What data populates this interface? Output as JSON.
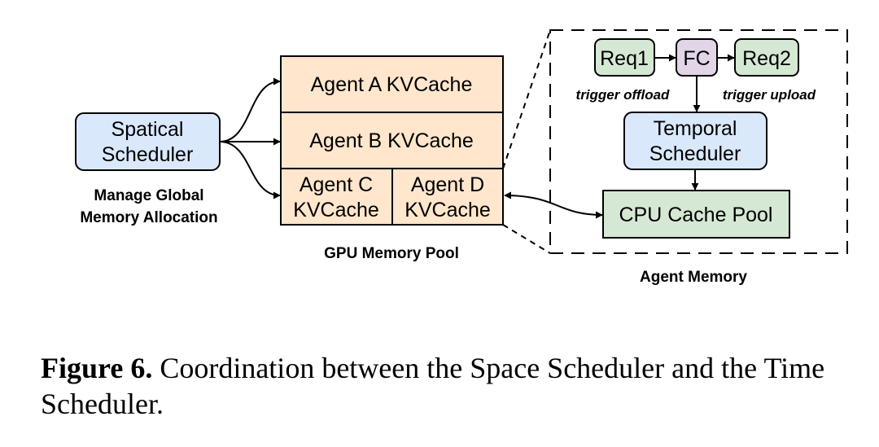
{
  "diagram": {
    "spatial_scheduler": {
      "line1": "Spatical",
      "line2": "Scheduler"
    },
    "manage_label": {
      "line1": "Manage Global",
      "line2": "Memory Allocation"
    },
    "gpu_pool": {
      "agent_a": "Agent A KVCache",
      "agent_b": "Agent B KVCache",
      "agent_c": {
        "line1": "Agent C",
        "line2": "KVCache"
      },
      "agent_d": {
        "line1": "Agent D",
        "line2": "KVCache"
      },
      "label": "GPU Memory Pool"
    },
    "agent_memory": {
      "req1": "Req1",
      "fc": "FC",
      "req2": "Req2",
      "trigger_offload": "trigger offload",
      "trigger_upload": "trigger upload",
      "temporal_scheduler": {
        "line1": "Temporal",
        "line2": "Scheduler"
      },
      "cpu_cache_pool": "CPU Cache Pool",
      "label": "Agent Memory"
    },
    "colors": {
      "blue_fill": "#dae8fc",
      "orange_fill": "#ffe6cc",
      "green_fill": "#d5e8d4",
      "purple_fill": "#e1d5e7"
    }
  },
  "caption": {
    "figure_label": "Figure 6.",
    "text": " Coordination between the Space Scheduler and the Time Scheduler."
  }
}
